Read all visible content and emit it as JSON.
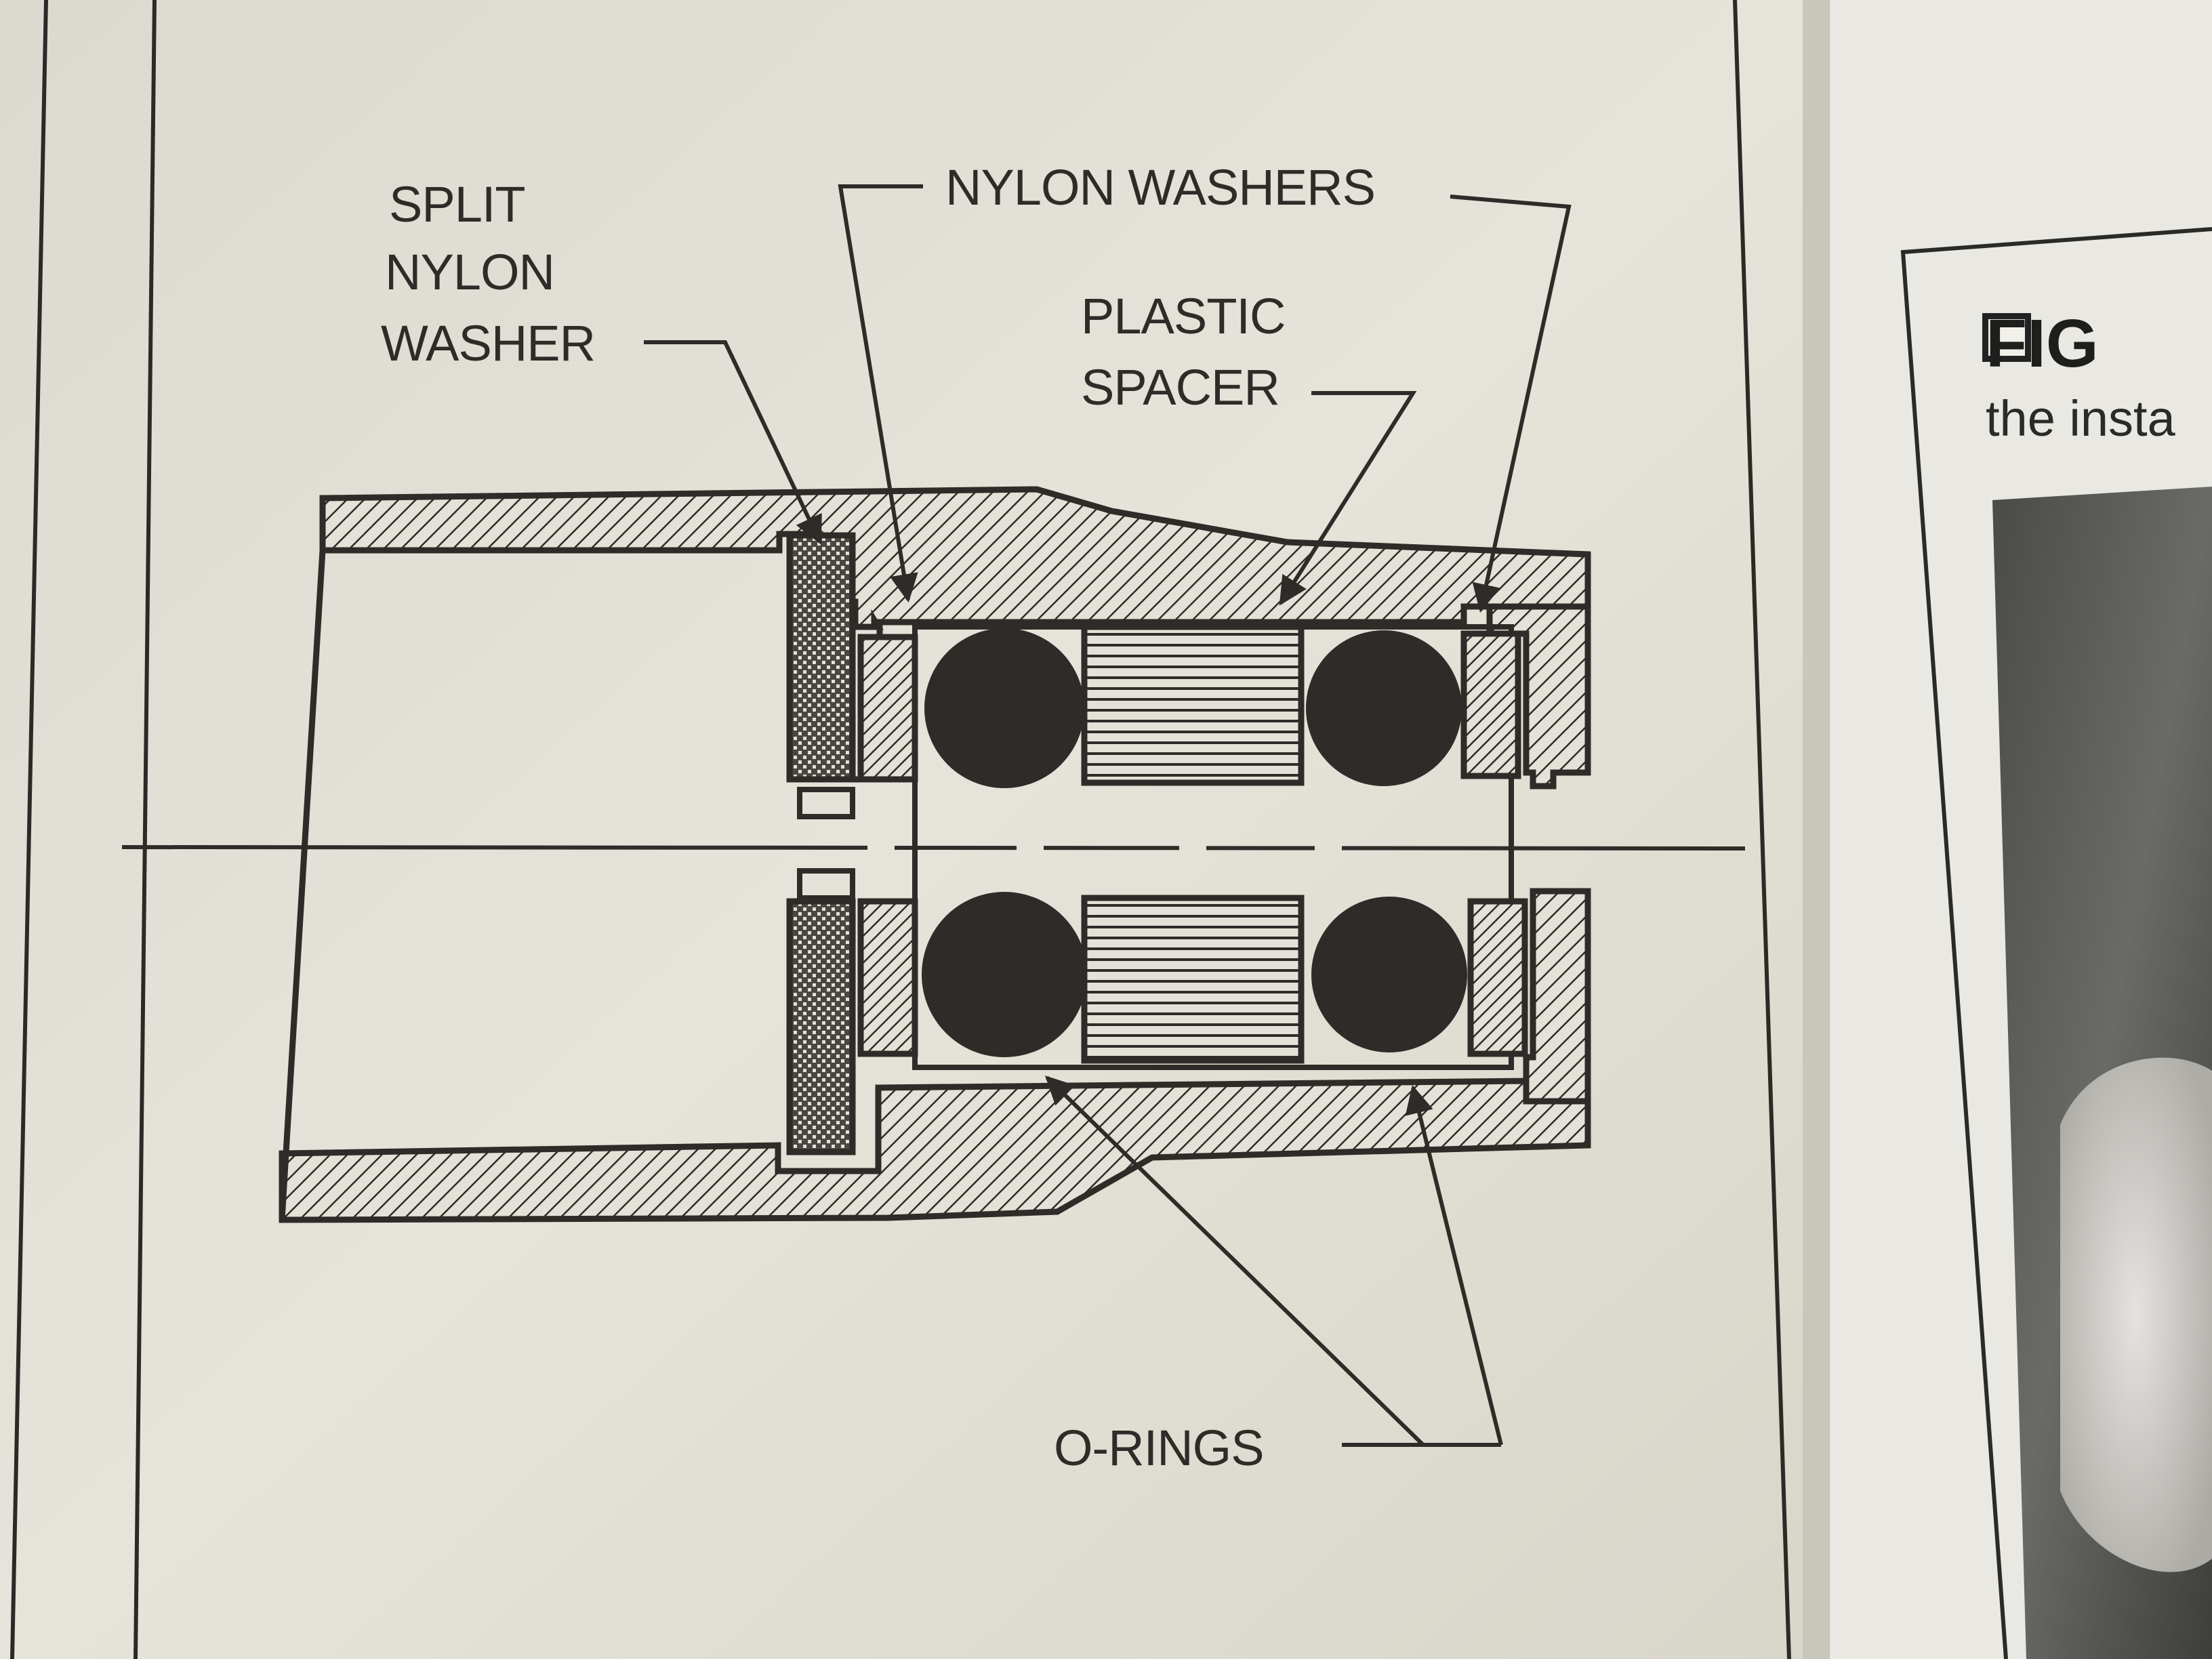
{
  "diagram": {
    "labels": {
      "split_1": "SPLIT",
      "split_2": "NYLON",
      "split_3": "WASHER",
      "nylon_washers": "NYLON WASHERS",
      "spacer_1": "PLASTIC",
      "spacer_2": "SPACER",
      "o_rings": "O-RINGS"
    }
  },
  "adjacent_page": {
    "heading": "FIG",
    "text": "the insta",
    "checkbox_icon": "checkbox-icon"
  },
  "colors": {
    "ink": "#2e2c28",
    "paper": "#e4e2d8",
    "paper_right": "#e8e7e1",
    "photo_dark": "#5a5a58"
  }
}
